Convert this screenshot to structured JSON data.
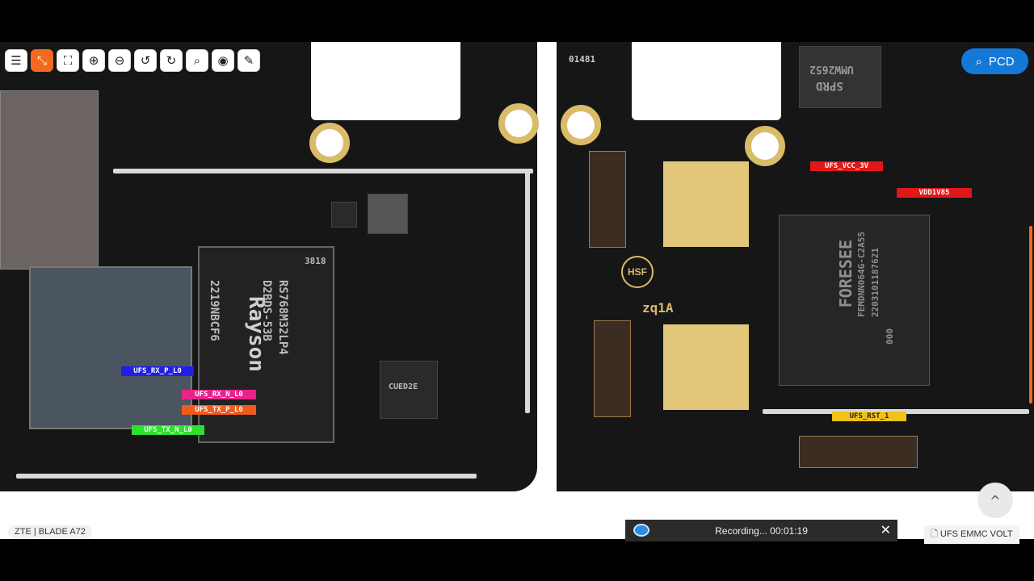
{
  "toolbar": {
    "icons": [
      "list-icon",
      "collapse-icon",
      "fullscreen-icon",
      "zoom-in-icon",
      "zoom-out-icon",
      "rotate-left-icon",
      "rotate-right-icon",
      "search-icon",
      "mouse-icon",
      "draw-icon"
    ],
    "glyphs": [
      "☰",
      "⤡",
      "⛶",
      "⊕",
      "⊖",
      "↺",
      "↻",
      "⌕",
      "◉",
      "✎"
    ]
  },
  "pcd_button": {
    "label": "PCD",
    "color": "#1479d6"
  },
  "signals": {
    "ufs_rx_p": "UFS_RX_P_L0",
    "ufs_rx_n": "UFS_RX_N_L0",
    "ufs_tx_p": "UFS_TX_P_L0",
    "ufs_tx_n": "UFS_TX_N_L0",
    "ufs_vcc": "UFS_VCC_3V",
    "vdd1v85": "VDD1V85",
    "ufs_rst": "UFS_RST_1"
  },
  "chip_text": {
    "ram_line1": "RS768M32LP4",
    "ram_line2": "D2BDS-53B",
    "ram_line3": "2219NBCF6",
    "ram_code": "3818",
    "ram_brand": "Rayson",
    "small_chip": "CUED2E",
    "storage_brand": "FORESEE",
    "storage_line": "FEMDNN064G-C2A55",
    "storage_line2": "2203101187621",
    "storage_line3": "000",
    "sprd_brand": "SPRD",
    "sprd_model": "UMW2652",
    "board_code": "01481",
    "hsf": "HSF",
    "zq": "zq1A"
  },
  "footer": {
    "device": "ZTE | BLADE A72",
    "recording": "Recording... 00:01:19",
    "close": "✕",
    "file": "🗋 UFS EMMC VOLT",
    "scroll_up": "^"
  },
  "colors": {
    "accent": "#f26a1b",
    "label_blue": "#1f1fe8",
    "label_pink": "#e8238a",
    "label_orange": "#f05a1a",
    "label_green": "#2ee02e",
    "label_red": "#e01818",
    "label_yellow": "#f2c21a"
  }
}
